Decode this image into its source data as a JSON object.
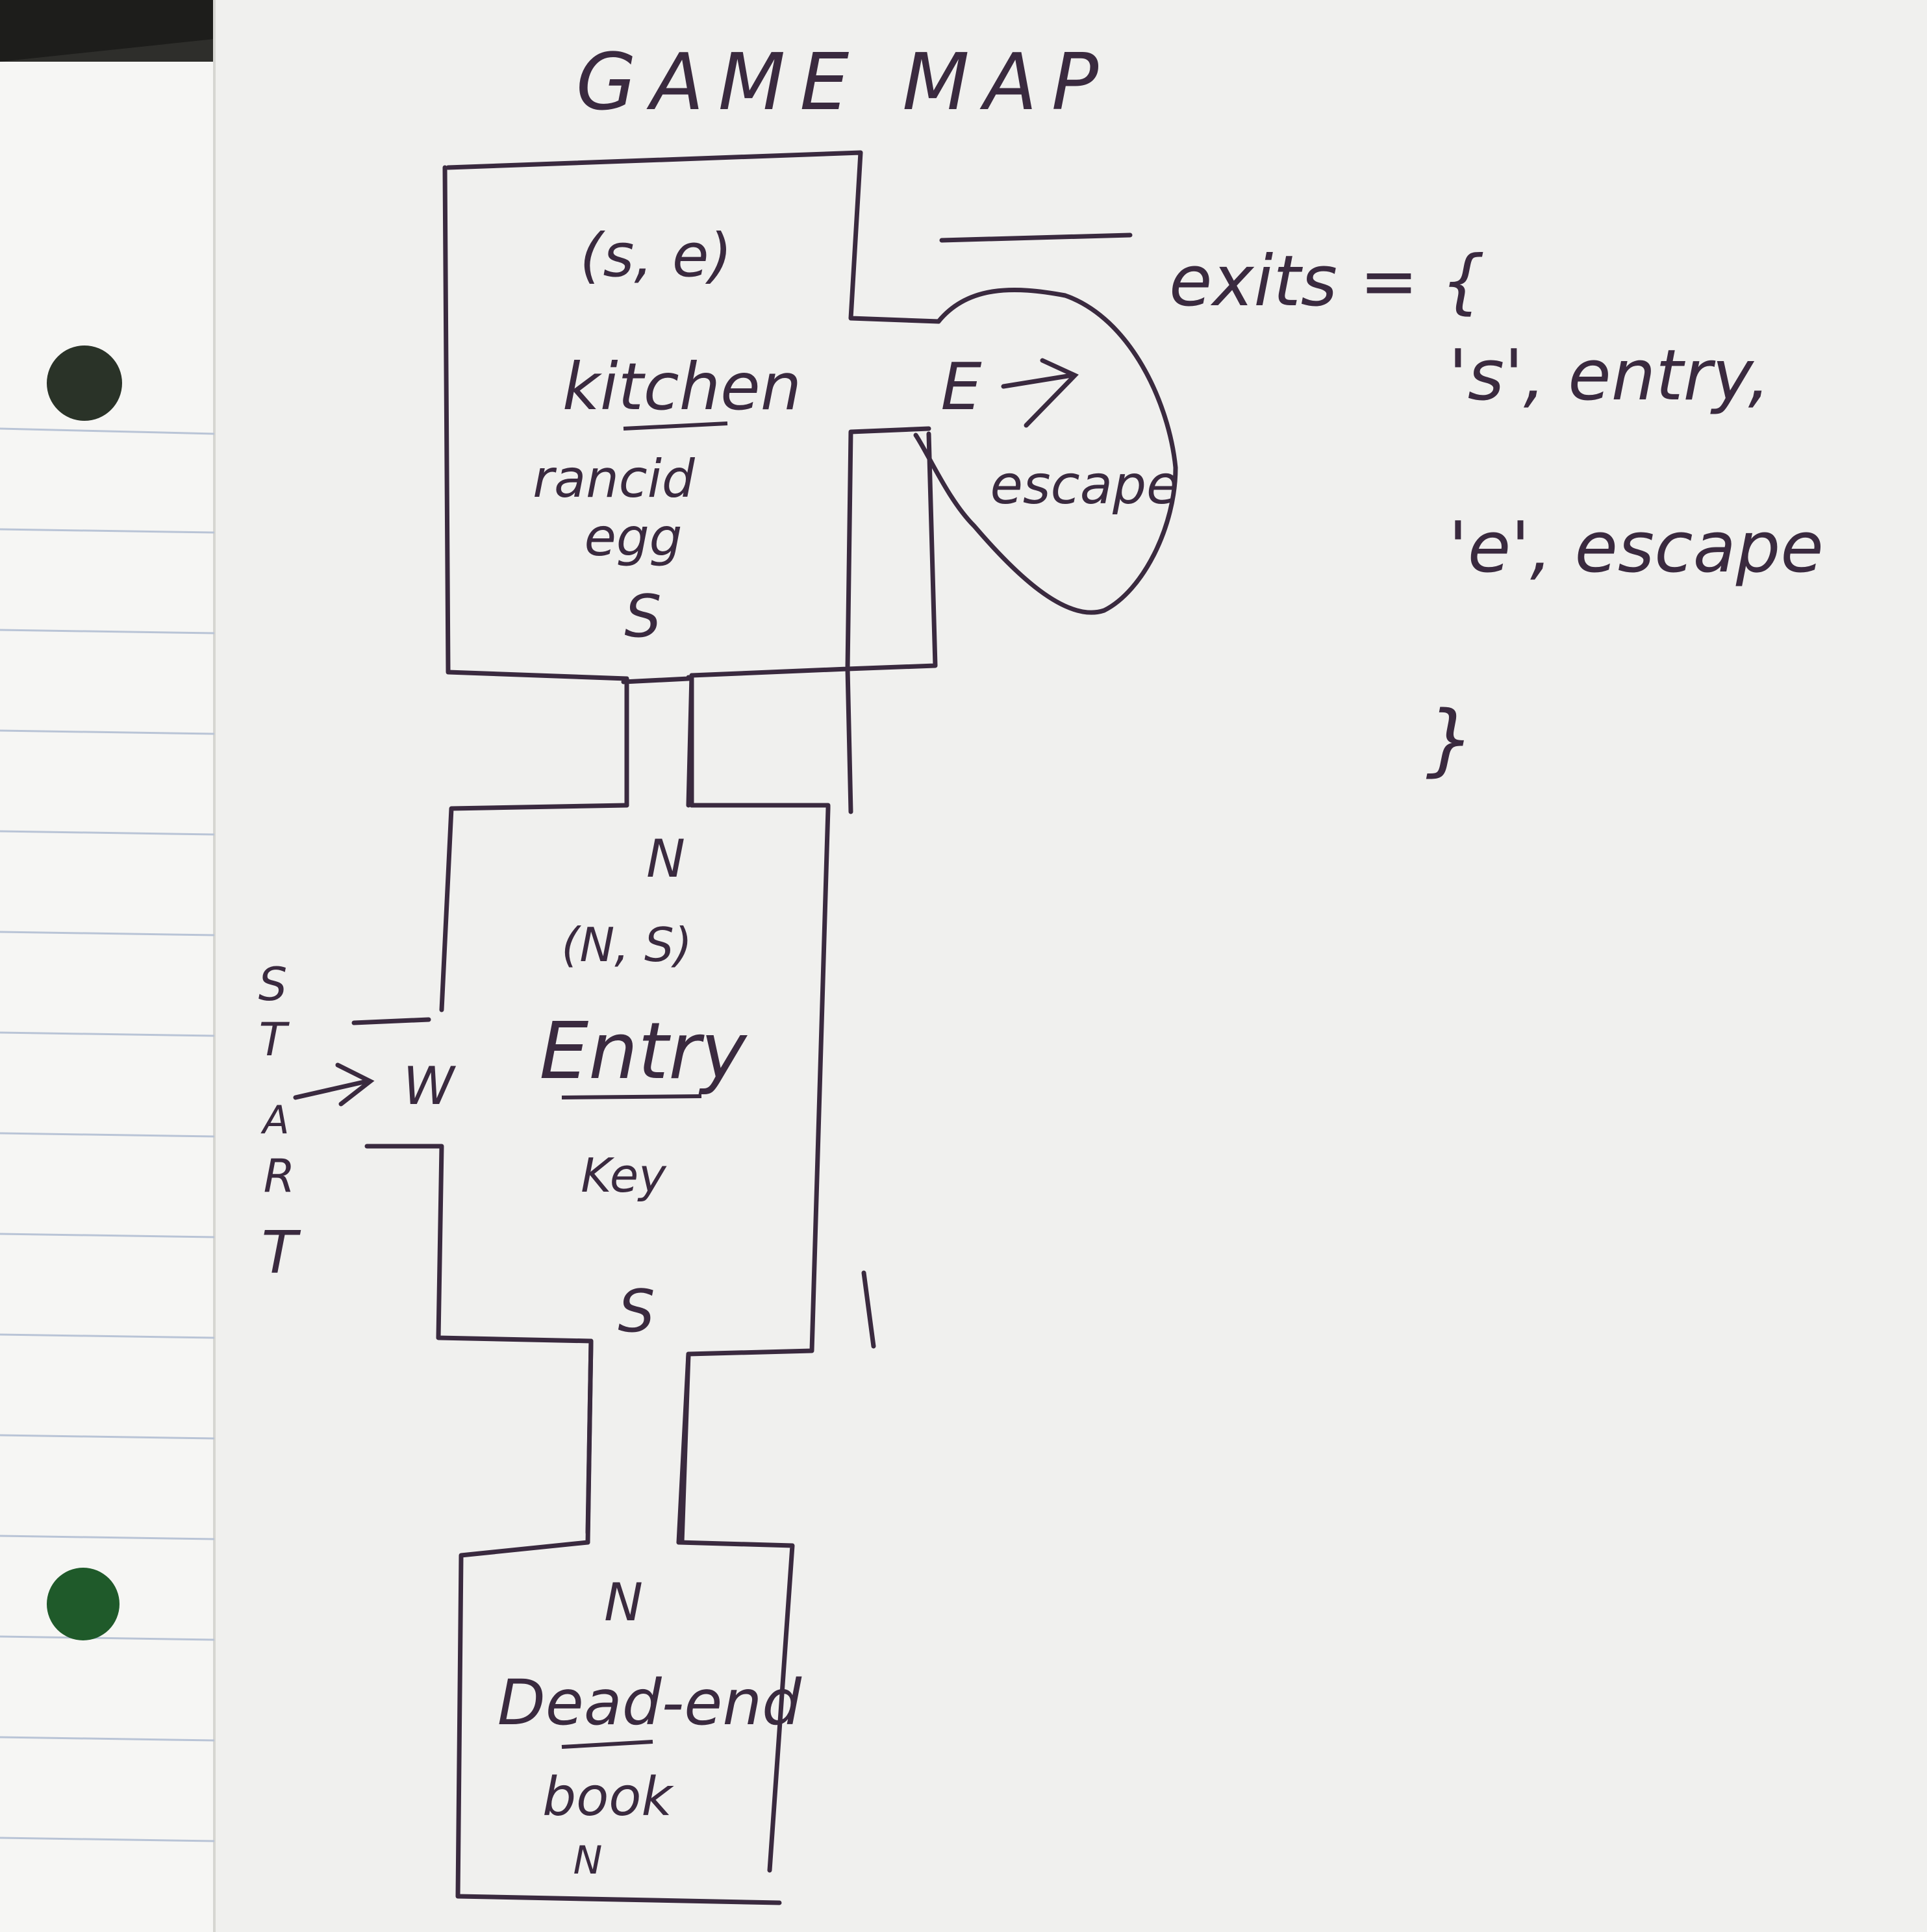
{
  "title": "GAME MAP",
  "colors": {
    "ink": "#3a2a3f",
    "paper": "#f0f0ee",
    "notebook_paper": "#f6f6f4",
    "ruled_line": "#b9c4d6",
    "shadow": "#1d1d1b",
    "hole_green": "#1f5a2a"
  },
  "rooms": {
    "kitchen": {
      "exits_label": "(s, e)",
      "name": "kitchen",
      "item_line1": "rancid",
      "item_line2": "egg",
      "south_door": "S",
      "east_door": "E",
      "east_target": "escape"
    },
    "entry": {
      "north_door": "N",
      "exits_label": "(N, S)",
      "name": "Entry",
      "item": "Key",
      "west_door": "W",
      "south_door": "S"
    },
    "dead_end": {
      "north_door": "N",
      "name": "Dead-end",
      "item": "book",
      "marker": "N"
    }
  },
  "start_label": [
    "S",
    "T",
    "A",
    "R",
    "T"
  ],
  "exits_dict": {
    "header": "exits = {",
    "line1": "'s', entry,",
    "line2": "'e', escape",
    "close": "}"
  }
}
